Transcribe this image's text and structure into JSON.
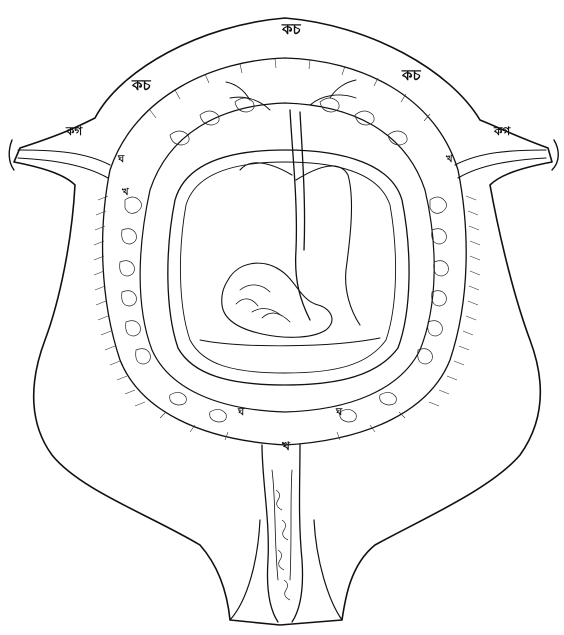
{
  "labels": {
    "top_center": "কচ",
    "top_left": "কচ",
    "top_right": "কচ",
    "tube_left": "কগ",
    "tube_right": "কগ",
    "inner_left_upper": "ঘ",
    "inner_left_mid": "খ",
    "inner_right_upper": "খ",
    "bottom_left": "ঘ",
    "bottom_right": "ঘ",
    "neck": "খ"
  },
  "colors": {
    "ink": "#111111",
    "paper": "#ffffff"
  }
}
